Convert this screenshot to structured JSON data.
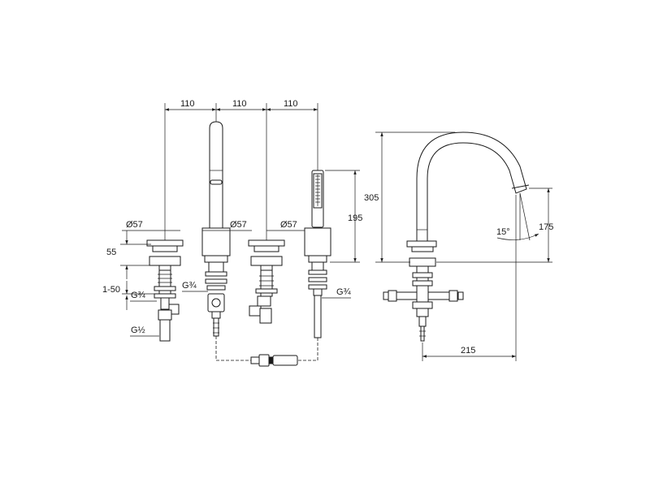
{
  "dimensions": {
    "spacing_1": "110",
    "spacing_2": "110",
    "spacing_3": "110",
    "diameter_handle_left": "Ø57",
    "diameter_spout_base": "Ø57",
    "diameter_handle_right": "Ø57",
    "height_55": "55",
    "range_1_50": "1-50",
    "thread_g34_left": "G¾",
    "thread_g12_left": "G½",
    "thread_g34_spout": "G¾",
    "thread_g34_shower": "G¾",
    "shower_height": "195",
    "spout_height": "305",
    "spout_outlet_height": "175",
    "spout_angle": "15°",
    "spout_reach": "215"
  }
}
